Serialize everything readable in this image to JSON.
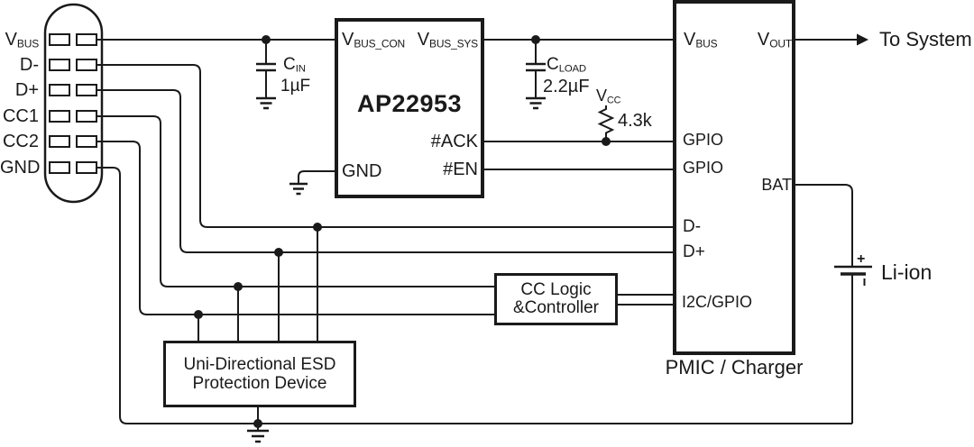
{
  "colors": {
    "ink": "#1a1a1a",
    "background": "#ffffff"
  },
  "connector": {
    "pins": [
      {
        "main": "V",
        "sub": "BUS"
      },
      {
        "main": "D-",
        "sub": ""
      },
      {
        "main": "D+",
        "sub": ""
      },
      {
        "main": "CC1",
        "sub": ""
      },
      {
        "main": "CC2",
        "sub": ""
      },
      {
        "main": "GND",
        "sub": ""
      }
    ]
  },
  "ap22953": {
    "name": "AP22953",
    "pins": {
      "vbus_con": {
        "main": "V",
        "sub": "BUS_CON"
      },
      "vbus_sys": {
        "main": "V",
        "sub": "BUS_SYS"
      },
      "ack": "#ACK",
      "en": "#EN",
      "gnd": "GND"
    }
  },
  "pmic": {
    "label": "PMIC / Charger",
    "pins": {
      "vbus": {
        "main": "V",
        "sub": "BUS"
      },
      "vout": {
        "main": "V",
        "sub": "OUT"
      },
      "gpio_top": "GPIO",
      "gpio_bottom": "GPIO",
      "bat": "BAT",
      "d_minus": "D-",
      "d_plus": "D+",
      "i2c_gpio": "I2C/GPIO"
    }
  },
  "cc_logic": {
    "line1": "CC Logic",
    "line2": "&Controller"
  },
  "esd": {
    "line1": "Uni-Directional ESD",
    "line2": "Protection Device"
  },
  "passives": {
    "cin": {
      "ref_main": "C",
      "ref_sub": "IN",
      "value": "1µF"
    },
    "cload": {
      "ref_main": "C",
      "ref_sub": "LOAD",
      "value": "2.2µF"
    },
    "pullup": {
      "net_main": "V",
      "net_sub": "CC",
      "value": "4.3k"
    }
  },
  "battery": {
    "label": "Li-ion",
    "plus_sign": "+"
  },
  "annotations": {
    "to_system": "To System"
  }
}
